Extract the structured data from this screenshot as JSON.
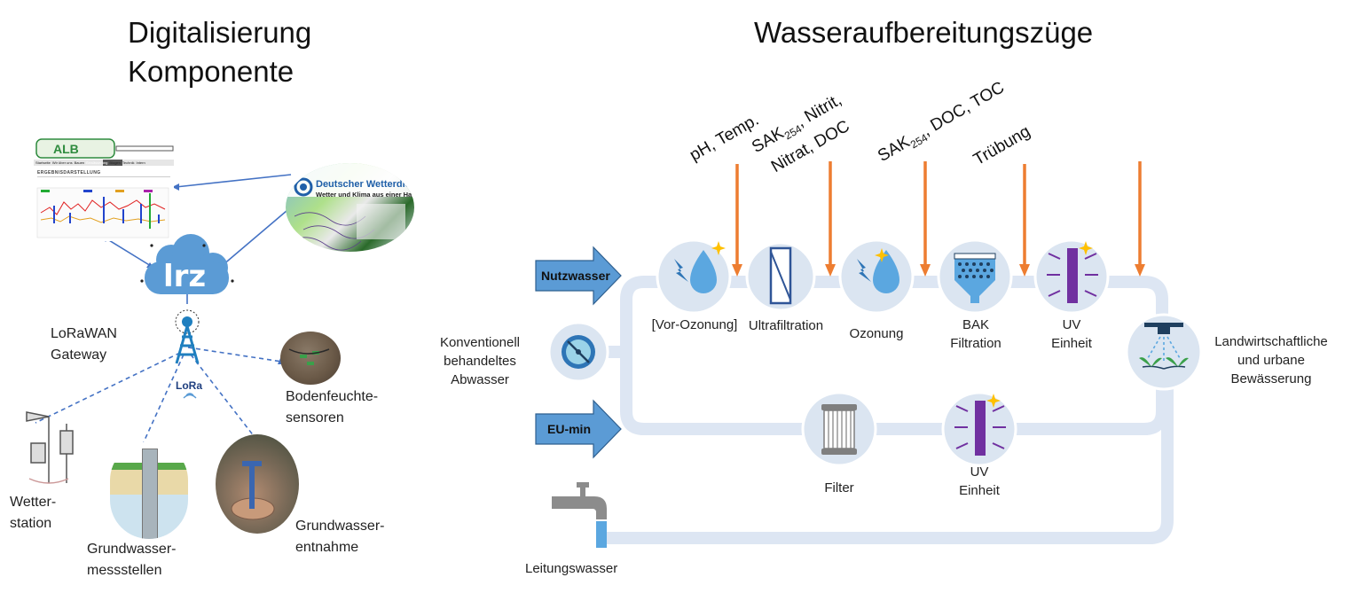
{
  "left": {
    "title_line1": "Digitalisierung",
    "title_line2": "Komponente",
    "dashboard": {
      "logo": "ALB",
      "nav": [
        "Startseite",
        "Wir über uns",
        "Bauen",
        "Bewässerung",
        "Blogen",
        "Technik",
        "Intern"
      ],
      "section": "ERGEBNISDARSTELLUNG"
    },
    "dwd_line1": "Deutscher Wetterdienst",
    "dwd_line2": "Wetter und Klima aus einer Hand",
    "cloud_label": "lrz",
    "gateway_line1": "LoRaWAN",
    "gateway_line2": "Gateway",
    "lora_label": "LoRa",
    "sensors": {
      "soil_line1": "Bodenfeuchte-",
      "soil_line2": "sensoren",
      "weather_line1": "Wetter-",
      "weather_line2": "station",
      "gw_measure_line1": "Grundwasser-",
      "gw_measure_line2": "messstellen",
      "gw_extract_line1": "Grundwasser-",
      "gw_extract_line2": "entnahme"
    }
  },
  "right": {
    "title": "Wasseraufbereitungszüge",
    "params": {
      "p1": "pH, Temp.",
      "p2_line1a": "SAK",
      "p2_line1sub": "254",
      "p2_line1b": ", Nitrit,",
      "p2_line2": "Nitrat, DOC",
      "p3a": "SAK",
      "p3sub": "254",
      "p3b": ", DOC, TOC",
      "p4": "Trübung"
    },
    "inputs": {
      "nutzwasser": "Nutzwasser",
      "eu_min": "EU-min",
      "konv_line1": "Konventionell",
      "konv_line2": "behandeltes",
      "konv_line3": "Abwasser",
      "leitung": "Leitungswasser"
    },
    "top_train": {
      "vor_ozonung": "[Vor-Ozonung]",
      "ultrafiltration": "Ultrafiltration",
      "ozonung": "Ozonung",
      "bak_line1": "BAK",
      "bak_line2": "Filtration",
      "uv_line1": "UV",
      "uv_line2": "Einheit"
    },
    "bottom_train": {
      "filter": "Filter",
      "uv_line1": "UV",
      "uv_line2": "Einheit"
    },
    "output_line1": "Landwirtschaftliche",
    "output_line2": "und urbane",
    "output_line3": "Bewässerung"
  },
  "colors": {
    "pipe": "#dde6f3",
    "node": "#dbe5f1",
    "arrow_fill": "#5b9bd5",
    "measure_arrow": "#ed7d31",
    "link": "#4472c4",
    "uv": "#7030a0",
    "star": "#ffc000"
  }
}
